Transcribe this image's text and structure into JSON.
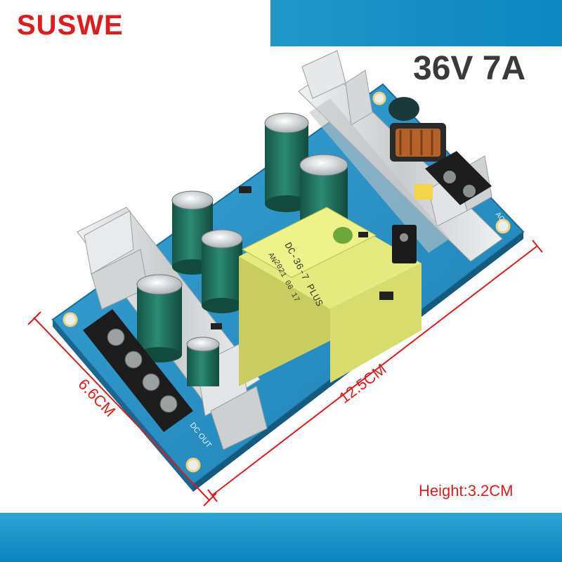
{
  "brand": "SUSWE",
  "spec": "36V 7A",
  "dimensions": {
    "length": "12.5CM",
    "width": "6.6CM",
    "height": "Height:3.2CM"
  },
  "transformer": {
    "model": "DC-36-7 PLUS",
    "date": "2021 06 17",
    "code": "AN"
  },
  "terminal_labels": {
    "dc_out": "DC OUT",
    "ac_in": "AC"
  },
  "colors": {
    "brand": "#e01b1b",
    "pcb": "#2a8fc4",
    "band": "#1592c8",
    "transformer": "#eef28a",
    "capacitor": "#1f6d5a",
    "heatsink": "#d8dadb",
    "dimension_line": "#e01b1b"
  }
}
